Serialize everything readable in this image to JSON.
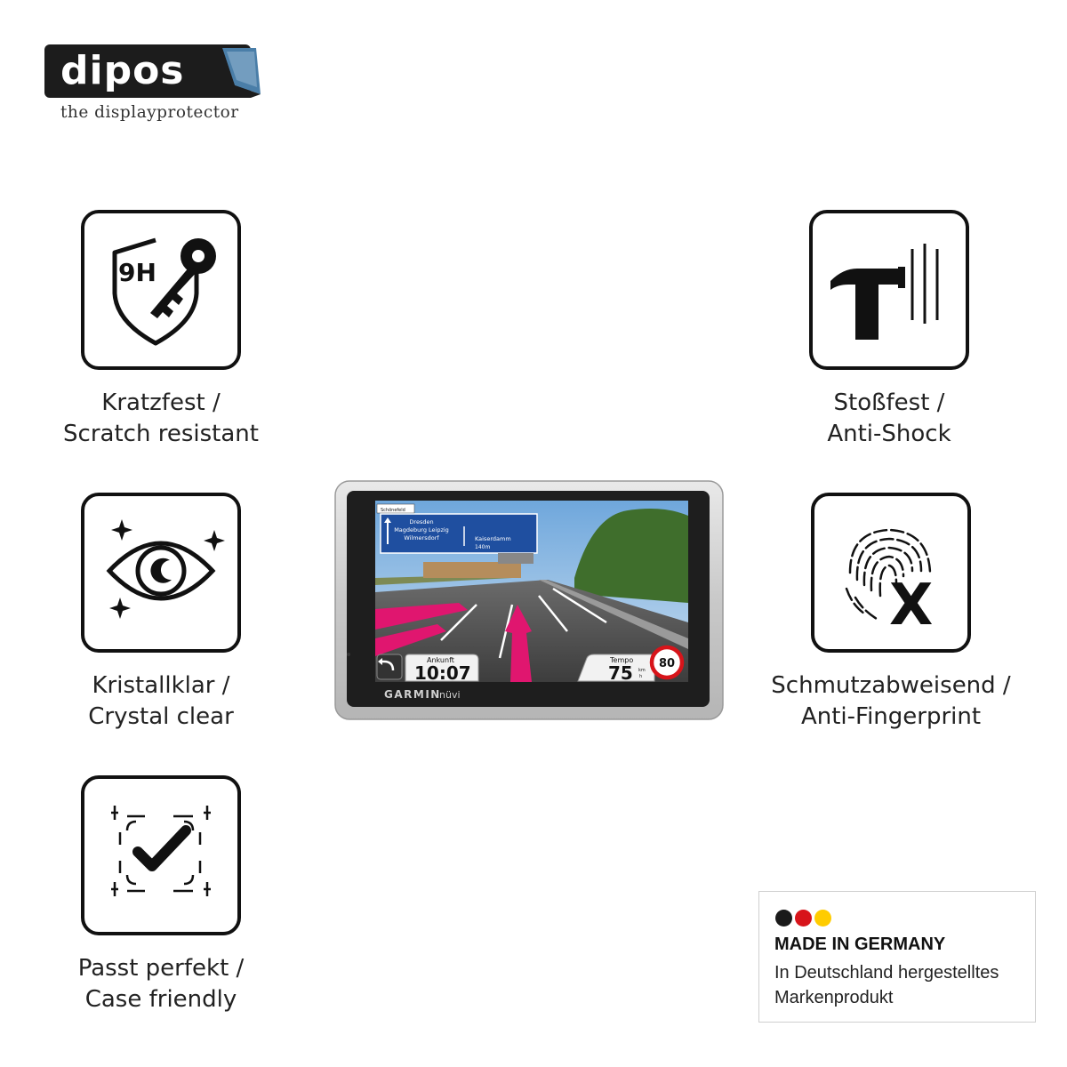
{
  "logo": {
    "wordmark": "dipos",
    "tagline": "the displayprotector"
  },
  "features": [
    {
      "icon": "shield-key-9h-icon",
      "badge": "9H",
      "line1": "Kratzfest /",
      "line2": "Scratch resistant"
    },
    {
      "icon": "eye-sparkle-icon",
      "line1": "Kristallklar /",
      "line2": "Crystal clear"
    },
    {
      "icon": "check-frame-icon",
      "line1": "Passt perfekt /",
      "line2": "Case friendly"
    },
    {
      "icon": "hammer-impact-icon",
      "line1": "Stoßfest /",
      "line2": "Anti-Shock"
    },
    {
      "icon": "fingerprint-x-icon",
      "line1": "Schmutzabweisend /",
      "line2": "Anti-Fingerprint"
    }
  ],
  "device": {
    "brand": "GARMIN",
    "model": "nüvi",
    "sign_tag": "Schönefeld",
    "sign_left": [
      "Dresden",
      "Magdeburg Leipzig",
      "Wilmersdorf"
    ],
    "sign_right": [
      "Kaiserdamm",
      "140m"
    ],
    "arrival_label": "Ankunft",
    "arrival_time": "10:07",
    "speed_label": "Tempo",
    "speed_value": "75",
    "speed_unit_top": "km",
    "speed_unit_bottom": "h",
    "speed_limit": "80"
  },
  "made_in": {
    "flag_colors": [
      "#1a1a1a",
      "#d7141a",
      "#ffcc00"
    ],
    "title": "MADE IN GERMANY",
    "subtitle_line1": "In Deutschland hergestelltes",
    "subtitle_line2": "Markenprodukt"
  },
  "colors": {
    "logo_badge": "#1c1c1c",
    "logo_fold": "#4a7ea8",
    "route": "#e0166f",
    "sign_blue": "#1f4fa0"
  }
}
